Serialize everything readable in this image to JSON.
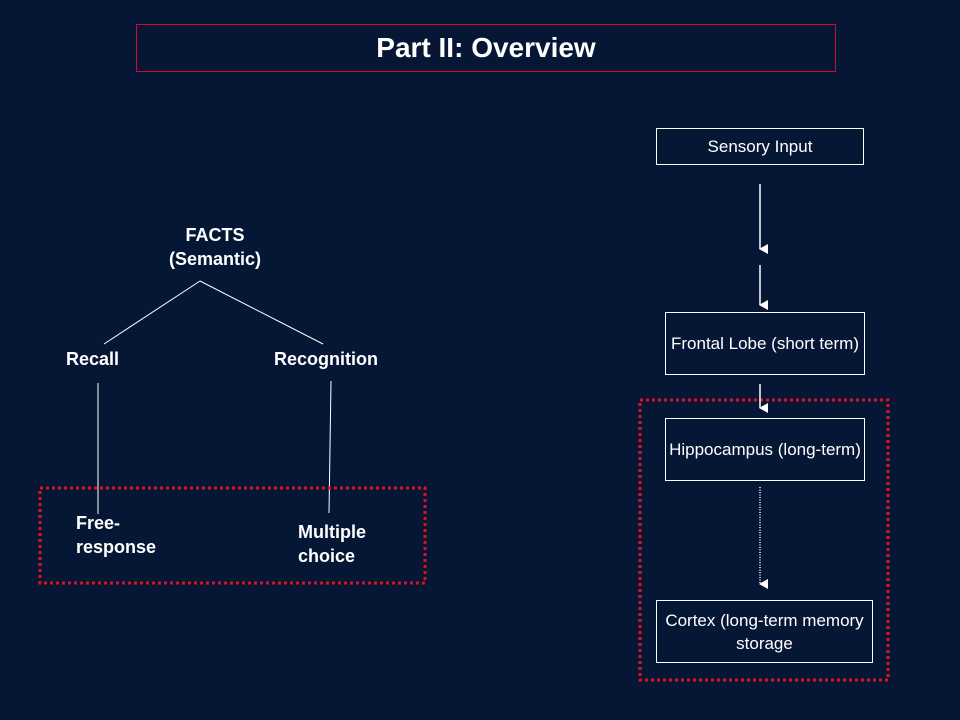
{
  "title": "Part II: Overview",
  "left_tree": {
    "root_line1": "FACTS",
    "root_line2": "(Semantic)",
    "branch_recall": "Recall",
    "branch_recognition": "Recognition",
    "leaf_free_response": "Free-\nresponse",
    "leaf_multiple_choice": "Multiple\nchoice"
  },
  "right_flow": {
    "sensory_input": "Sensory Input",
    "frontal_lobe": "Frontal Lobe (short term)",
    "hippocampus": "Hippocampus (long-term)",
    "cortex": "Cortex (long-term memory storage"
  },
  "colors": {
    "background": "#061735",
    "highlight_dashed": "#e0101e",
    "title_border": "#c8102e",
    "text": "#ffffff"
  }
}
